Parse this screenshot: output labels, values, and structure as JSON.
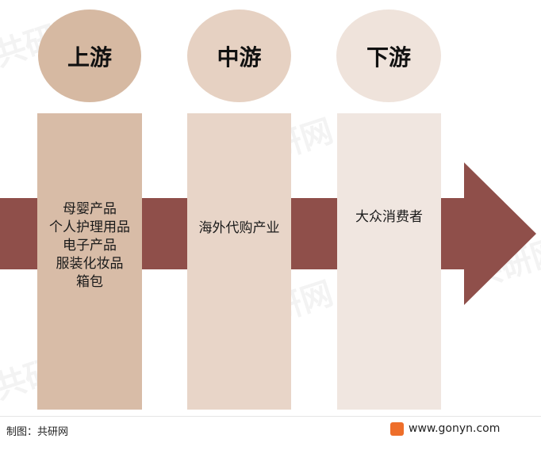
{
  "colors": {
    "arrow": "#8f4f4a",
    "upstream_circle": "#d6b9a2",
    "upstream_box": "#d8bca7",
    "midstream_circle": "#e6d1c2",
    "midstream_box": "#e8d5c8",
    "downstream_circle": "#efe3db",
    "downstream_box": "#f0e6e0",
    "logo": "#ee6e2a"
  },
  "stages": [
    {
      "title": "上游",
      "items": [
        "母婴产品",
        "个人护理用品",
        "电子产品",
        "服装化妆品",
        "箱包"
      ]
    },
    {
      "title": "中游",
      "items": [
        "海外代购产业"
      ]
    },
    {
      "title": "下游",
      "items": [
        "大众消费者"
      ]
    }
  ],
  "footer": {
    "source": "制图：共研网",
    "url": "www.gonyn.com",
    "logo_icon": "gonyn-logo-icon"
  },
  "watermark": {
    "text": "共研网"
  }
}
